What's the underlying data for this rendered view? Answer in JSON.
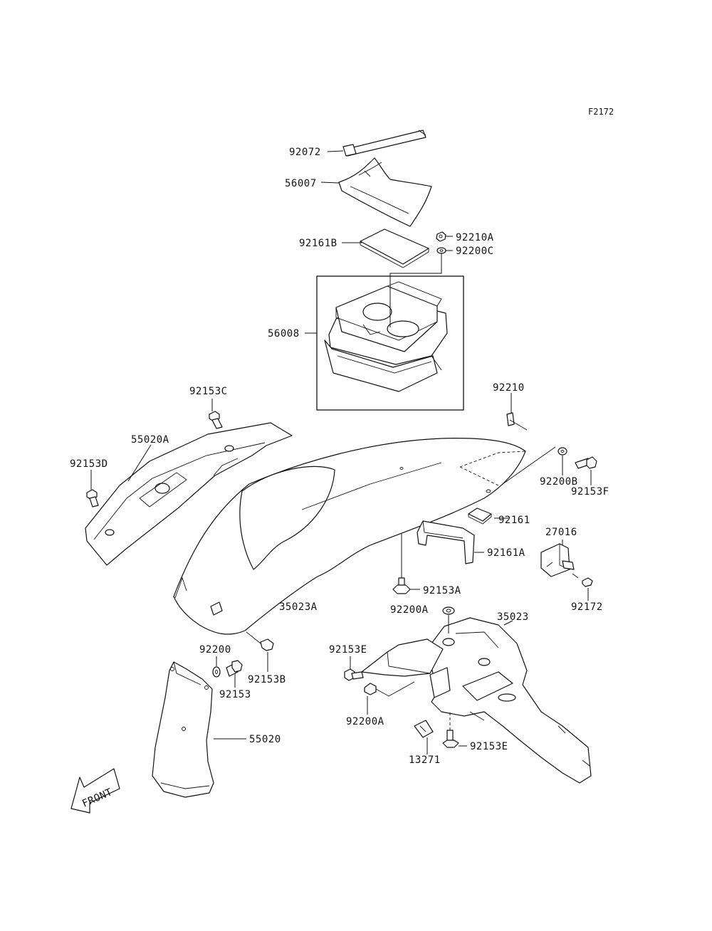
{
  "figure_code": "F2172",
  "front_label": "FRONT",
  "labels": {
    "p92072": "92072",
    "p56007": "56007",
    "p92161B": "92161B",
    "p92210A": "92210A",
    "p92200C": "92200C",
    "p56008": "56008",
    "p92153C": "92153C",
    "p55020A": "55020A",
    "p92153D": "92153D",
    "p92210": "92210",
    "p92200B": "92200B",
    "p92153F": "92153F",
    "p92161": "92161",
    "p27016": "27016",
    "p92161A": "92161A",
    "p92153A": "92153A",
    "p92172": "92172",
    "p35023A": "35023A",
    "p92200A_top": "92200A",
    "p35023": "35023",
    "p92200": "92200",
    "p92153B": "92153B",
    "p92153": "92153",
    "p92153E_left": "92153E",
    "p92200A_bottom": "92200A",
    "p55020": "55020",
    "p92153E_bottom": "92153E",
    "p13271": "13271"
  }
}
